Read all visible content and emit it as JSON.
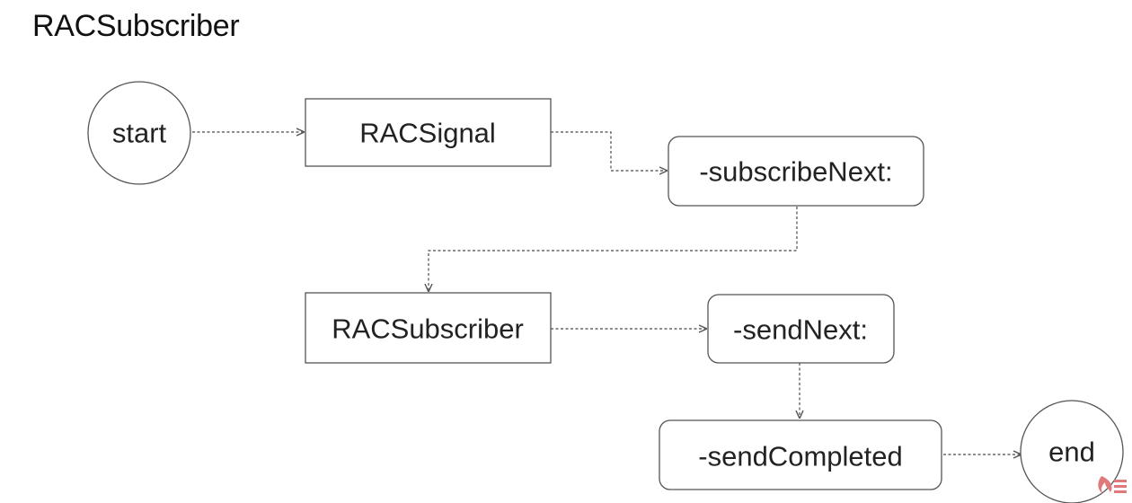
{
  "title": "RACSubscriber",
  "nodes": {
    "start": "start",
    "racsignal": "RACSignal",
    "subscribe_next": "-subscribeNext:",
    "racsubscriber": "RACSubscriber",
    "send_next": "-sendNext:",
    "send_completed": "-sendCompleted",
    "end": "end"
  },
  "colors": {
    "stroke": "#555555",
    "edge": "#666666",
    "background": "#ffffff"
  }
}
